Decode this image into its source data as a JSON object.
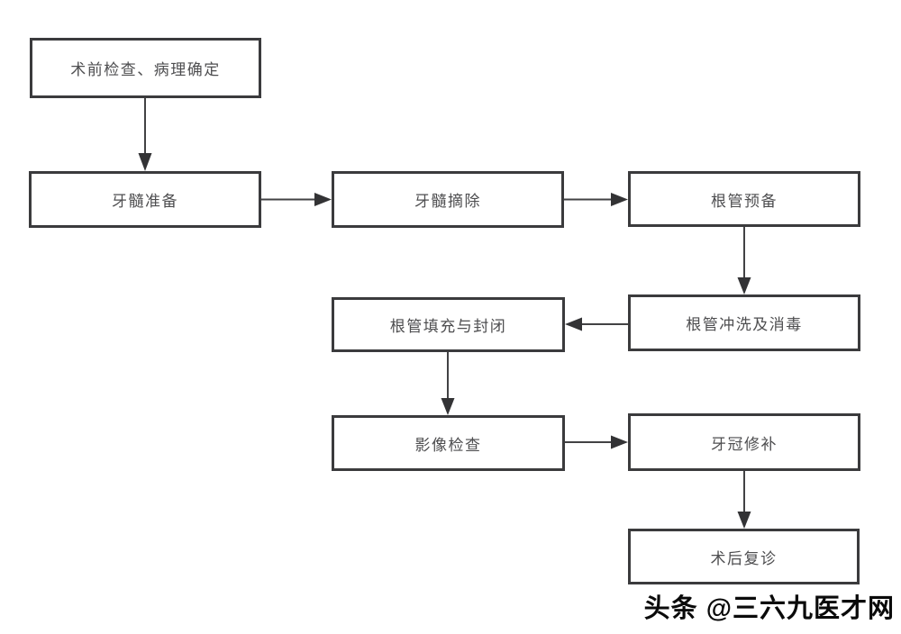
{
  "diagram": {
    "type": "flowchart",
    "nodes": [
      {
        "id": "preop_exam",
        "label": "术前检查、病理确定"
      },
      {
        "id": "pulp_preparation",
        "label": "牙髓准备"
      },
      {
        "id": "pulp_extraction",
        "label": "牙髓摘除"
      },
      {
        "id": "canal_preparation",
        "label": "根管预备"
      },
      {
        "id": "canal_irrigation_disinfect",
        "label": "根管冲洗及消毒"
      },
      {
        "id": "canal_filling_sealing",
        "label": "根管填充与封闭"
      },
      {
        "id": "imaging_exam",
        "label": "影像检查"
      },
      {
        "id": "crown_repair",
        "label": "牙冠修补"
      },
      {
        "id": "postop_followup",
        "label": "术后复诊"
      }
    ],
    "edges": [
      {
        "from": "preop_exam",
        "to": "pulp_preparation",
        "direction": "down"
      },
      {
        "from": "pulp_preparation",
        "to": "pulp_extraction",
        "direction": "right"
      },
      {
        "from": "pulp_extraction",
        "to": "canal_preparation",
        "direction": "right"
      },
      {
        "from": "canal_preparation",
        "to": "canal_irrigation_disinfect",
        "direction": "down"
      },
      {
        "from": "canal_irrigation_disinfect",
        "to": "canal_filling_sealing",
        "direction": "left"
      },
      {
        "from": "canal_filling_sealing",
        "to": "imaging_exam",
        "direction": "down"
      },
      {
        "from": "imaging_exam",
        "to": "crown_repair",
        "direction": "right"
      },
      {
        "from": "crown_repair",
        "to": "postop_followup",
        "direction": "down"
      }
    ],
    "colors": {
      "background": "#ffffff",
      "node_fill": "#ffffff",
      "node_border": "#3b3b3d",
      "node_text": "#4e4e50",
      "arrow": "#333335",
      "watermark_text": "#0a0a0a"
    }
  },
  "watermark": {
    "text": "头条 @三六九医才网"
  }
}
